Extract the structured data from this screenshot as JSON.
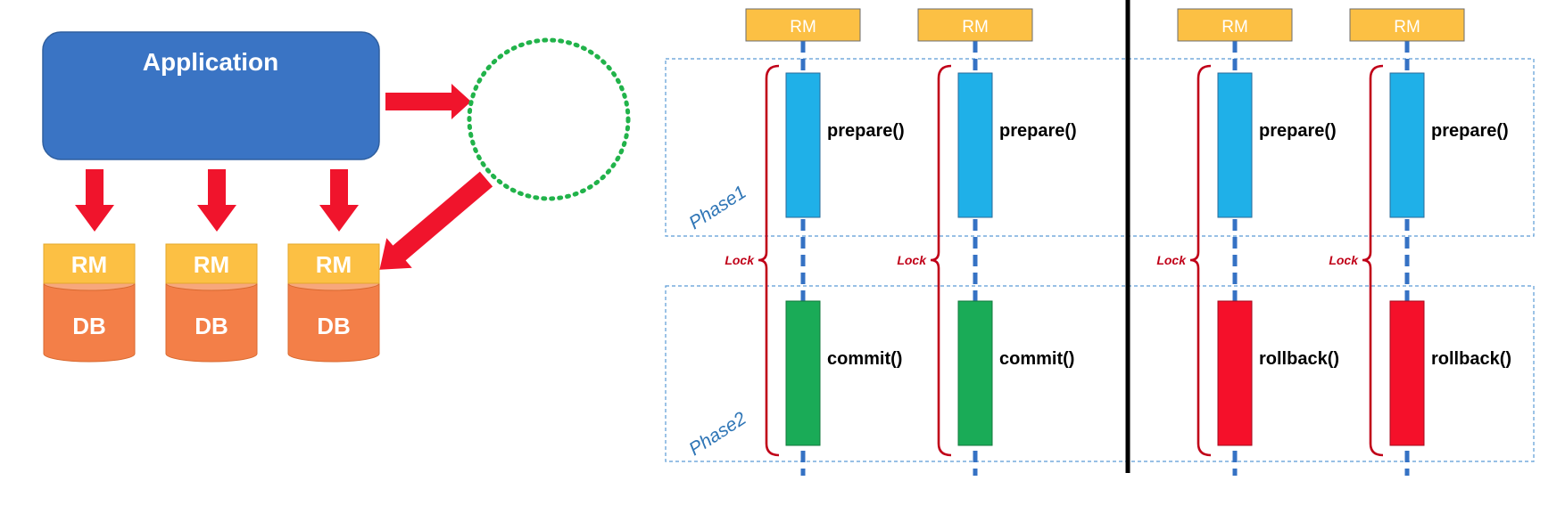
{
  "colors": {
    "app_fill": "#3a74c4",
    "arrow_red": "#f0142c",
    "rm_fill": "#fcc044",
    "db_fill": "#f37f48",
    "dashed_circle": "#21b34a",
    "phase_border": "#5b9bd5",
    "timeline_blue": "#3572c4",
    "prepare_fill": "#1fb0e8",
    "commit_fill": "#1aab57",
    "rollback_fill": "#f5102a",
    "brace_red": "#c00018",
    "divider": "#000000"
  },
  "left": {
    "application_label": "Application",
    "nodes": [
      {
        "rm_label": "RM",
        "db_label": "DB"
      },
      {
        "rm_label": "RM",
        "db_label": "DB"
      },
      {
        "rm_label": "RM",
        "db_label": "DB"
      }
    ]
  },
  "right": {
    "phase1_label": "Phase1",
    "phase2_label": "Phase2",
    "columns": [
      {
        "rm_label": "RM",
        "lock_label": "Lock",
        "phase1_call": "prepare()",
        "phase2_call": "commit()",
        "phase2_kind": "commit"
      },
      {
        "rm_label": "RM",
        "lock_label": "Lock",
        "phase1_call": "prepare()",
        "phase2_call": "commit()",
        "phase2_kind": "commit"
      },
      {
        "rm_label": "RM",
        "lock_label": "Lock",
        "phase1_call": "prepare()",
        "phase2_call": "rollback()",
        "phase2_kind": "rollback"
      },
      {
        "rm_label": "RM",
        "lock_label": "Lock",
        "phase1_call": "prepare()",
        "phase2_call": "rollback()",
        "phase2_kind": "rollback"
      }
    ]
  }
}
